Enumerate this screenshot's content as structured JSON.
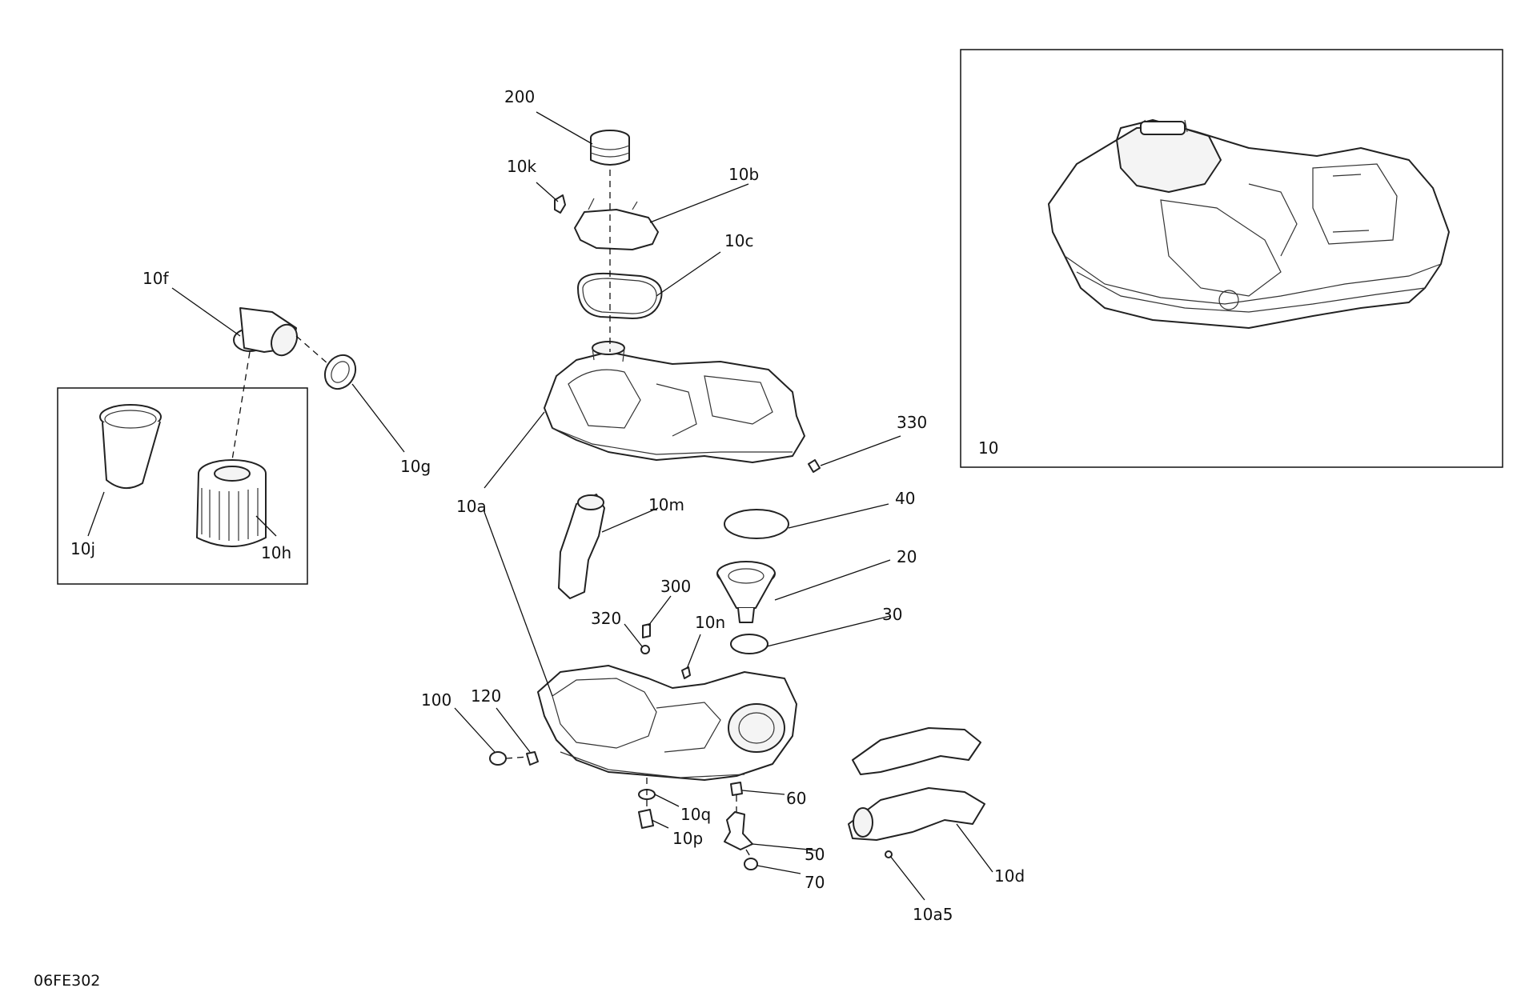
{
  "drawing_code": "06FE302",
  "inset_label": "10",
  "callouts": {
    "c200": "200",
    "c10k": "10k",
    "c10b": "10b",
    "c10c": "10c",
    "c10f": "10f",
    "c10g": "10g",
    "c10j": "10j",
    "c10h": "10h",
    "c330": "330",
    "c10a": "10a",
    "c10m": "10m",
    "c40": "40",
    "c20": "20",
    "c300": "300",
    "c320": "320",
    "c10n": "10n",
    "c30": "30",
    "c100": "100",
    "c120": "120",
    "c60": "60",
    "c10q": "10q",
    "c10p": "10p",
    "c50": "50",
    "c70": "70",
    "c10d": "10d",
    "c10a5": "10a5"
  }
}
